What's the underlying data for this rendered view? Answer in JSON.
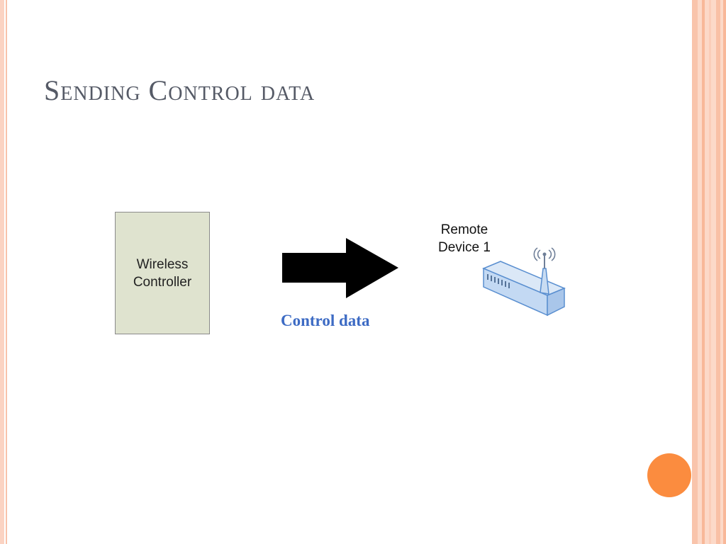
{
  "slide": {
    "title": "Sending Control data"
  },
  "diagram": {
    "controller": {
      "line1": "Wireless",
      "line2": "Controller"
    },
    "arrow_label": "Control data",
    "device": {
      "line1": "Remote",
      "line2": "Device 1"
    }
  },
  "colors": {
    "title": "#555a66",
    "controller_fill": "#dfe3cf",
    "arrow": "#000000",
    "arrow_label": "#3d6bc4",
    "accent_dot": "#fb8c3f",
    "border": "#fcd9c8"
  },
  "icons": {
    "device": "wireless-router-icon",
    "arrow": "right-arrow-icon"
  }
}
